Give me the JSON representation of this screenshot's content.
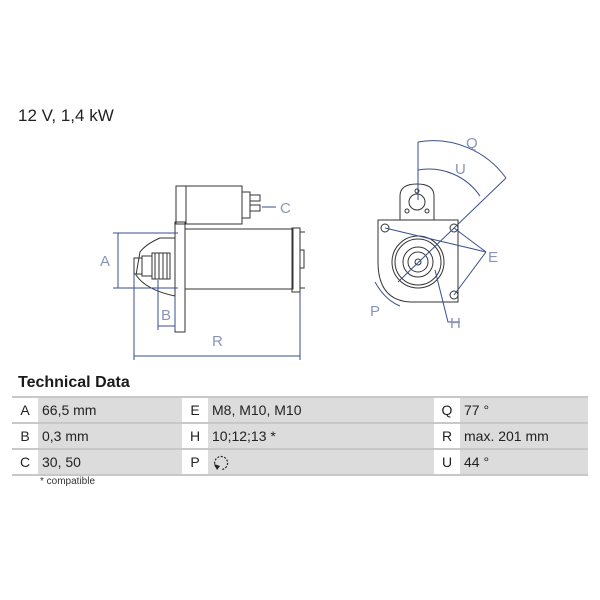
{
  "header": {
    "spec": "12 V, 1,4 kW"
  },
  "diagram": {
    "labels": {
      "A": "A",
      "B": "B",
      "C": "C",
      "R": "R",
      "Q": "Q",
      "U": "U",
      "E": "E",
      "P": "P",
      "H": "H"
    },
    "colors": {
      "dimension": "#3a4f8f",
      "outline": "#333333"
    }
  },
  "technical_data": {
    "title": "Technical Data",
    "rows": [
      {
        "c1_label": "A",
        "c1_value": "66,5 mm",
        "c2_label": "E",
        "c2_value": "M8, M10, M10",
        "c3_label": "Q",
        "c3_value": "77 °"
      },
      {
        "c1_label": "B",
        "c1_value": "0,3 mm",
        "c2_label": "H",
        "c2_value": "10;12;13 *",
        "c3_label": "R",
        "c3_value": "max. 201 mm"
      },
      {
        "c1_label": "C",
        "c1_value": "30, 50",
        "c2_label": "P",
        "c2_value": "",
        "c3_label": "U",
        "c3_value": "44 °"
      }
    ],
    "footnote": "* compatible",
    "p_icon": "rotation-counterclockwise-icon"
  }
}
